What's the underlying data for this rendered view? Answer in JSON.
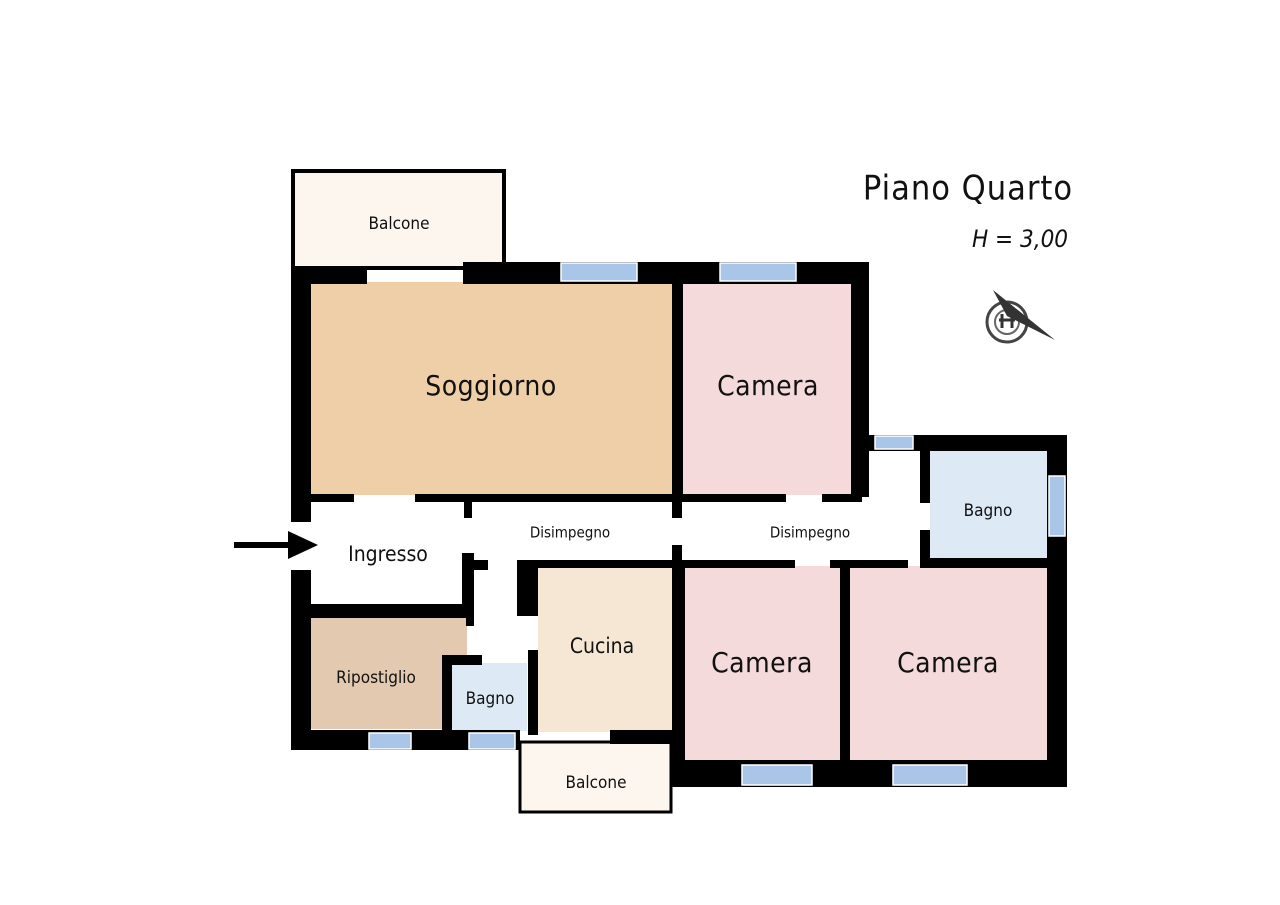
{
  "plan": {
    "title": "Piano Quarto",
    "height_label": "H = 3,00"
  },
  "rooms": {
    "balcone_top": "Balcone",
    "soggiorno": "Soggiorno",
    "camera_top": "Camera",
    "ingresso": "Ingresso",
    "disimpegno_left": "Disimpegno",
    "disimpegno_right": "Disimpegno",
    "bagno_right": "Bagno",
    "ripostiglio": "Ripostiglio",
    "bagno_small": "Bagno",
    "cucina": "Cucina",
    "camera_bottom_left": "Camera",
    "camera_bottom_right": "Camera",
    "balcone_bottom": "Balcone"
  },
  "colors": {
    "soggiorno": "#efcfa8",
    "camera": "#f4dada",
    "bagno": "#dde9f5",
    "ripostiglio": "#e3c9b0",
    "cucina": "#f6e7d4",
    "balcone": "#fcf6ee",
    "window": "#a9c6e8"
  }
}
